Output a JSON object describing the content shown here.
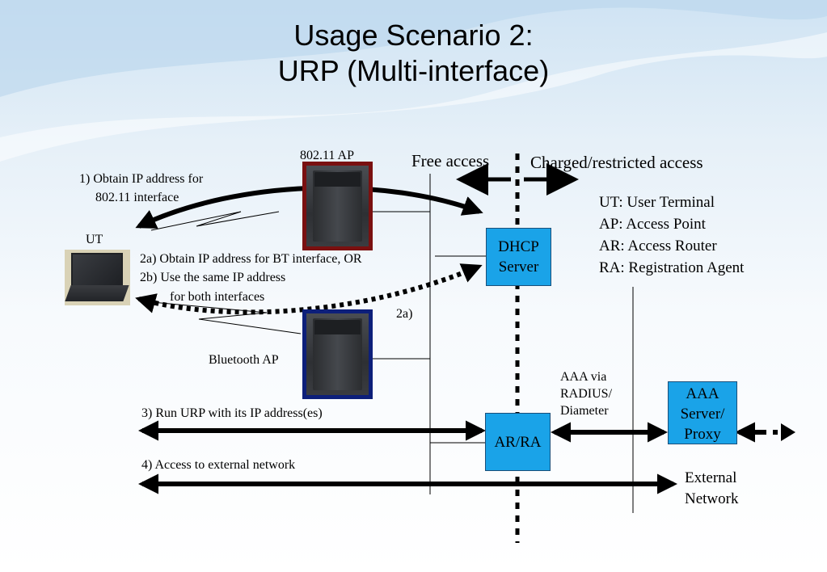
{
  "title": {
    "line1": "Usage Scenario 2:",
    "line2": "URP (Multi-interface)"
  },
  "devices": {
    "wifi_ap_label": "802.11 AP",
    "bt_ap_label": "Bluetooth AP",
    "ut_label": "UT"
  },
  "zones": {
    "free": "Free access",
    "charged": "Charged/restricted access"
  },
  "steps": {
    "step1_line1": "1) Obtain IP address for",
    "step1_line2": "802.11 interface",
    "step2a": "2a) Obtain IP address for BT interface, OR",
    "step2b_line1": "2b) Use the same IP address",
    "step2b_line2": "for both interfaces",
    "step2a_short": "2a)",
    "step3": "3) Run URP with its IP address(es)",
    "step4": "4) Access to external network"
  },
  "legend": [
    "UT: User Terminal",
    "AP: Access Point",
    "AR: Access Router",
    "RA: Registration Agent"
  ],
  "boxes": {
    "dhcp": [
      "DHCP",
      "Server"
    ],
    "arra": "AR/RA",
    "aaa": [
      "AAA",
      "Server/",
      "Proxy"
    ]
  },
  "aaa_via": [
    "AAA via",
    "RADIUS/",
    "Diameter"
  ],
  "external": [
    "External",
    "Network"
  ],
  "colors": {
    "box_fill": "#1aa3e8",
    "wifi_ap_border": "#7a1010",
    "bt_ap_border": "#0d1f7a"
  }
}
